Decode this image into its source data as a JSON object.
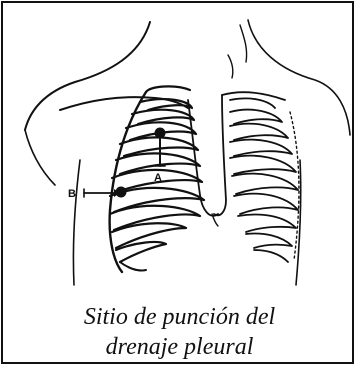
{
  "figure": {
    "caption_line1": "Sitio de punción del",
    "caption_line2": "drenaje pleural",
    "marker_a_label": "A",
    "marker_b_label": "B"
  },
  "colors": {
    "ink": "#111111",
    "background": "#ffffff"
  }
}
